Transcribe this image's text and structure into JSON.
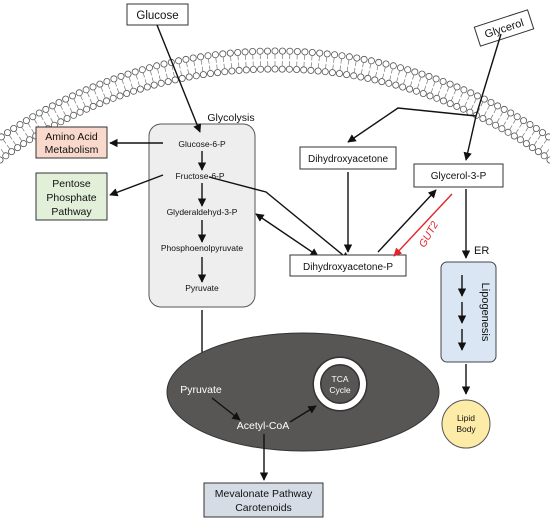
{
  "nodes": {
    "glucose": "Glucose",
    "glycerol": "Glycerol",
    "glycolysis": "Glycolysis",
    "glucose6p": "Glucose-6-P",
    "fructose6p": "Fructose-6-P",
    "glyderaldehyd3p": "Glyderaldehyd-3-P",
    "phosphoenolpyruvate": "Phosphoenolpyruvate",
    "pyruvate_cyto": "Pyruvate",
    "amino_acid_line1": "Amino Acid",
    "amino_acid_line2": "Metabolism",
    "pentose_line1": "Pentose",
    "pentose_line2": "Phosphate",
    "pentose_line3": "Pathway",
    "dihydroxyacetone": "Dihydroxyacetone",
    "dihydroxyacetone_p": "Dihydroxyacetone-P",
    "glycerol3p": "Glycerol-3-P",
    "gut2": "GUT2",
    "er": "ER",
    "lipogenesis": "Lipogenesis",
    "lipid_line1": "Lipid",
    "lipid_line2": "Body",
    "pyruvate_mito": "Pyruvate",
    "acetyl_coa": "Acetyl-CoA",
    "tca_line1": "TCA",
    "tca_line2": "Cycle",
    "mevalonate_line1": "Mevalonate Pathway",
    "mevalonate_line2": "Carotenoids"
  },
  "colors": {
    "amino_acid_fill": "#f8d9cc",
    "pentose_fill": "#e2efd9",
    "glycolysis_fill": "#eeeeee",
    "er_fill": "#dae6f3",
    "lipid_fill": "#fdeba8",
    "mito_fill": "#585555",
    "mevalonate_fill": "#d6dce5",
    "gut2_color": "#e0262a"
  }
}
